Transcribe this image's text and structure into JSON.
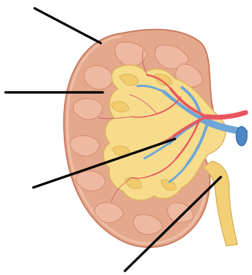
{
  "figure": {
    "subject": "kidney-coronal-section",
    "leader_lines": [
      {
        "id": "capsule",
        "label": ""
      },
      {
        "id": "renal-pyramid",
        "label": ""
      },
      {
        "id": "renal-pelvis",
        "label": ""
      },
      {
        "id": "ureter",
        "label": ""
      }
    ],
    "colors": {
      "cortex": "#e4a98c",
      "cortex_edge": "#c9785e",
      "pyramid": "#eeb9a0",
      "pelvis": "#f7dc8c",
      "pelvis_edge": "#d9b35c",
      "artery": "#e8575f",
      "vein": "#6ea6d8",
      "ureter": "#f3cf76",
      "leader": "#000000"
    }
  }
}
